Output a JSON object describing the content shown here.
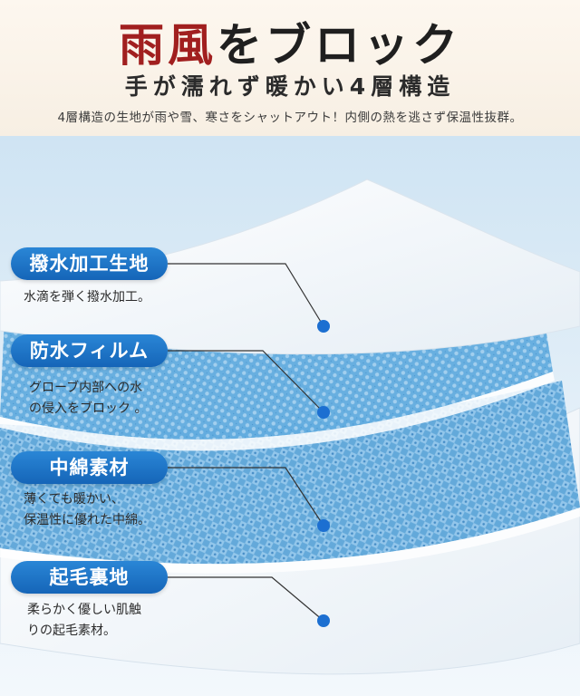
{
  "header": {
    "title_accent": "雨風",
    "title_rest": "をブロック",
    "subtitle": "手が濡れず暖かい4層構造",
    "description": "4層構造の生地が雨や雪、寒さをシャットアウト！内側の熱を逃さず保温性抜群。"
  },
  "layers": [
    {
      "label": "撥水加工生地",
      "note_lines": [
        "水滴を弾く撥水加工。"
      ]
    },
    {
      "label": "防水フィルム",
      "note_lines": [
        "グローブ内部への水",
        "の侵入をブロック 。"
      ]
    },
    {
      "label": "中綿素材",
      "note_lines": [
        "薄くても暖かい、",
        "保温性に優れた中綿。"
      ]
    },
    {
      "label": "起毛裏地",
      "note_lines": [
        "柔らかく優しい肌触",
        "りの起毛素材。"
      ]
    }
  ],
  "colors": {
    "accent_red": "#a11f1f",
    "label_blue": "#1c6fd1",
    "mesh_blue": "#5aa6dc"
  }
}
